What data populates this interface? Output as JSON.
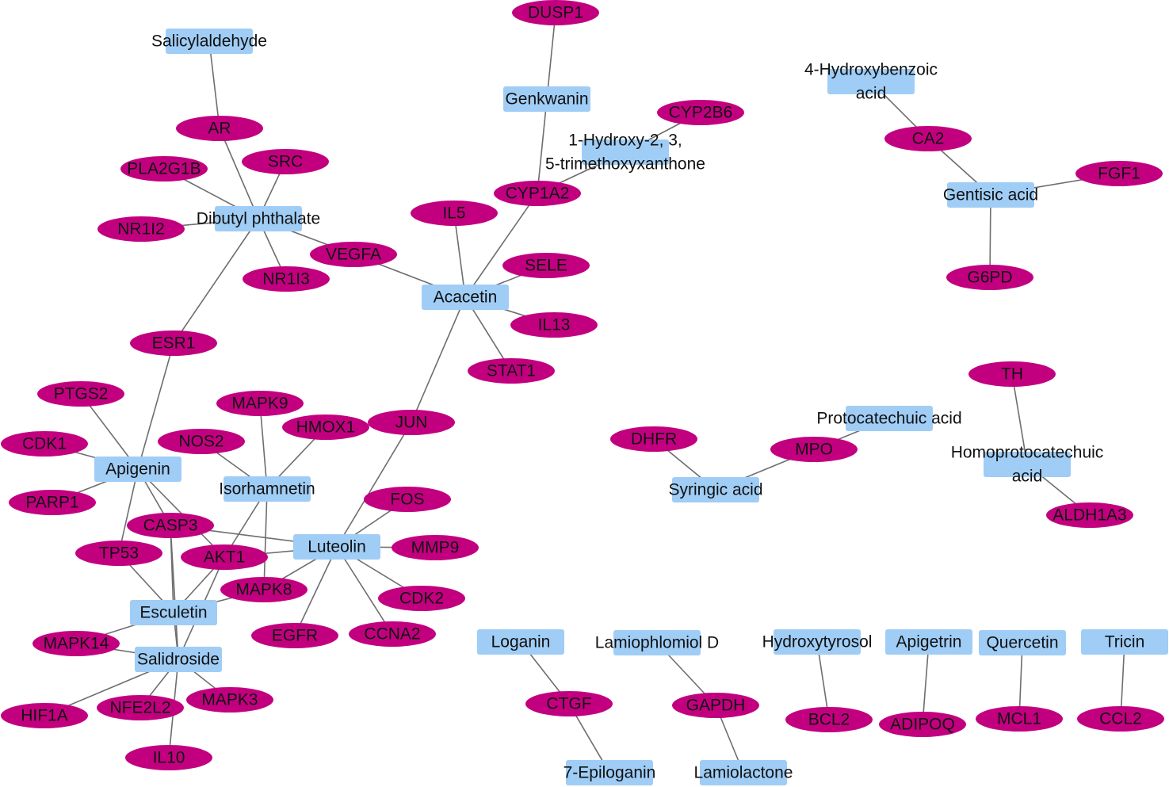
{
  "colors": {
    "compound_fill": "#9fcdf6",
    "target_fill": "#c2007f",
    "edge": "#6e6e6e",
    "label": "#111111"
  },
  "compounds": {
    "salicylaldehyde": "Salicylaldehyde",
    "genkwanin": "Genkwanin",
    "hydroxy_trimethoxyxanthone": [
      "1-Hydroxy-2, 3,",
      "5-trimethoxyxanthone"
    ],
    "hydroxybenzoic_acid": [
      "4-Hydroxybenzoic",
      "acid"
    ],
    "gentisic_acid": "Gentisic acid",
    "dibutyl_phthalate": "Dibutyl phthalate",
    "acacetin": "Acacetin",
    "apigenin": "Apigenin",
    "isorhamnetin": "Isorhamnetin",
    "luteolin": "Luteolin",
    "esculetin": "Esculetin",
    "salidroside": "Salidroside",
    "protocatechuic_acid": "Protocatechuic acid",
    "syringic_acid": "Syringic acid",
    "homoprotocatechuic_acid": [
      "Homoprotocatechuic",
      "acid"
    ],
    "loganin": "Loganin",
    "epiloganin": "7-Epiloganin",
    "lamiophlomiol_d": "Lamiophlomiol D",
    "lamiolactone": "Lamiolactone",
    "hydroxytyrosol": "Hydroxytyrosol",
    "apigetrin": "Apigetrin",
    "quercetin": "Quercetin",
    "tricin": "Tricin"
  },
  "targets": {
    "dusp1": "DUSP1",
    "cyp2b6": "CYP2B6",
    "ar": "AR",
    "src": "SRC",
    "pla2g1b": "PLA2G1B",
    "ca2": "CA2",
    "fgf1": "FGF1",
    "cyp1a2": "CYP1A2",
    "il5": "IL5",
    "nr1i2": "NR1I2",
    "vegfa": "VEGFA",
    "sele": "SELE",
    "nr1i3": "NR1I3",
    "g6pd": "G6PD",
    "il13": "IL13",
    "esr1": "ESR1",
    "stat1": "STAT1",
    "th": "TH",
    "ptgs2": "PTGS2",
    "mapk9": "MAPK9",
    "jun": "JUN",
    "hmox1": "HMOX1",
    "cdk1": "CDK1",
    "nos2": "NOS2",
    "dhfr": "DHFR",
    "mpo": "MPO",
    "fos": "FOS",
    "parp1": "PARP1",
    "aldh1a3": "ALDH1A3",
    "casp3": "CASP3",
    "mmp9": "MMP9",
    "tp53": "TP53",
    "akt1": "AKT1",
    "mapk8": "MAPK8",
    "cdk2": "CDK2",
    "mapk14": "MAPK14",
    "egfr": "EGFR",
    "ccna2": "CCNA2",
    "mapk3": "MAPK3",
    "hif1a": "HIF1A",
    "nfe2l2": "NFE2L2",
    "ctgf": "CTGF",
    "gapdh": "GAPDH",
    "bcl2": "BCL2",
    "adipoq": "ADIPOQ",
    "mcl1": "MCL1",
    "ccl2": "CCL2",
    "il10": "IL10"
  }
}
